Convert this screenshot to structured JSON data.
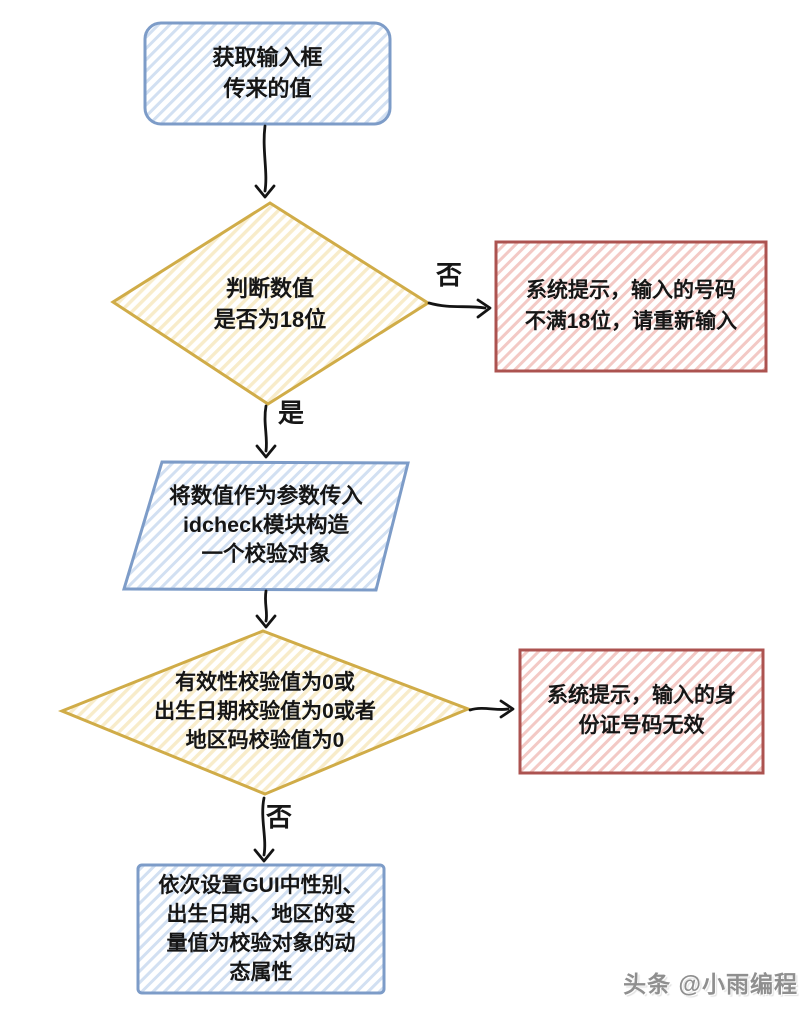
{
  "page": {
    "background": "#ffffff",
    "watermark": "头条 @小雨编程"
  },
  "flowchart": {
    "nodes": [
      {
        "id": "start",
        "type": "rounded-rect",
        "color": "blue",
        "lines": [
          "获取输入框",
          "传来的值"
        ]
      },
      {
        "id": "decision-18-digits",
        "type": "diamond",
        "color": "yellow",
        "lines": [
          "判断数值",
          "是否为18位"
        ]
      },
      {
        "id": "error-not-18",
        "type": "rect",
        "color": "red",
        "lines": [
          "系统提示，输入的号码",
          "不满18位，请重新输入"
        ]
      },
      {
        "id": "build-check-object",
        "type": "parallelogram",
        "color": "blue",
        "lines": [
          "将数值作为参数传入",
          "idcheck模块构造",
          "一个校验对象"
        ]
      },
      {
        "id": "decision-valid",
        "type": "diamond",
        "color": "yellow",
        "lines": [
          "有效性校验值为0或",
          "出生日期校验值为0或者",
          "地区码校验值为0"
        ]
      },
      {
        "id": "error-invalid-id",
        "type": "rect",
        "color": "red",
        "lines": [
          "系统提示，输入的身",
          "份证号码无效"
        ]
      },
      {
        "id": "set-dynamic-attrs",
        "type": "rect",
        "color": "blue",
        "lines": [
          "依次设置GUI中性别、",
          "出生日期、地区的变",
          "量值为校验对象的动",
          "态属性"
        ]
      }
    ],
    "edge_labels": {
      "yes": "是",
      "no1": "否",
      "no2": "否"
    },
    "colors": {
      "blue_stroke": "#7d9cc8",
      "blue_fill_stripe": "#d2e0f2",
      "yellow_stroke": "#d0ac48",
      "yellow_fill_stripe": "#f8ecca",
      "red_stroke": "#ac5350",
      "red_fill_stripe": "#f3c9c5",
      "arrow": "#141414",
      "text": "#161616",
      "watermark_gray": "#8f8f8f"
    }
  }
}
